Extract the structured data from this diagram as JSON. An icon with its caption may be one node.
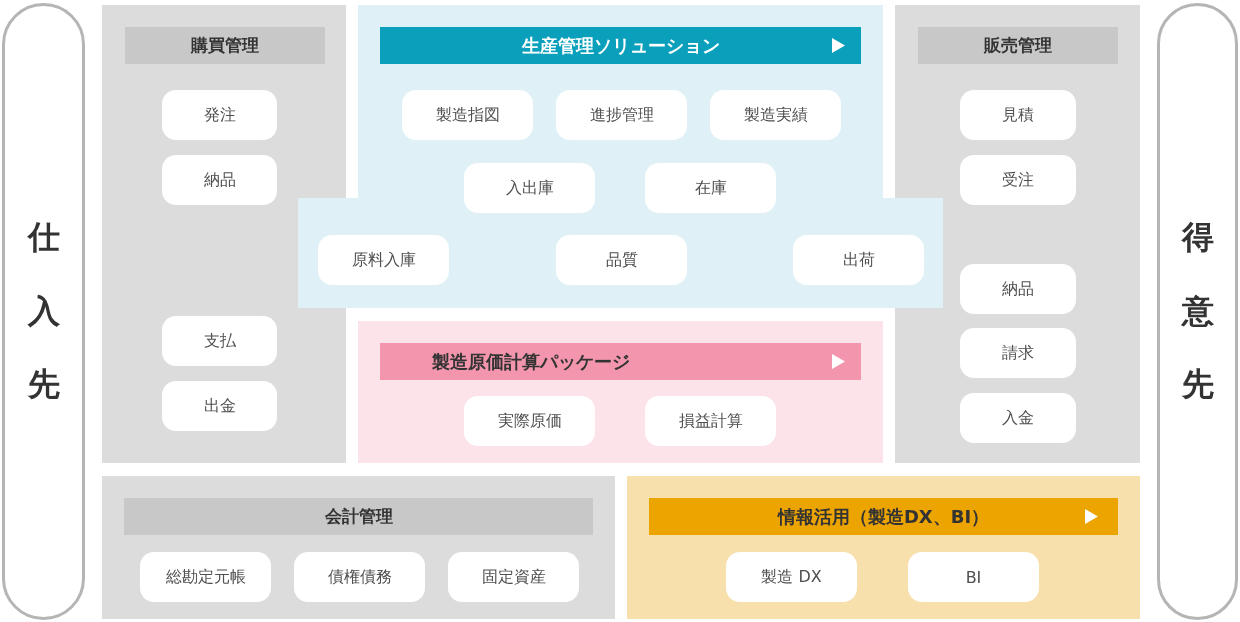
{
  "diagram": {
    "nodes": [
      {
        "text": [
          "仕入先"
        ]
      },
      {
        "text": [
          "購買管理"
        ]
      },
      {
        "text": [
          "発注"
        ],
        "in": 1
      },
      {
        "text": [
          "納品"
        ],
        "in": 1
      },
      {
        "text": [
          "支払"
        ],
        "in": 1
      },
      {
        "text": [
          "出金"
        ],
        "in": 1
      },
      {
        "text": [
          "生産管理ソリューション"
        ]
      },
      {
        "text": [
          "製造指図"
        ],
        "in": 6
      },
      {
        "text": [
          "進捗管理"
        ],
        "in": 6
      },
      {
        "text": [
          "製造実績"
        ],
        "in": 6
      },
      {
        "text": [
          "入出庫"
        ],
        "in": 6
      },
      {
        "text": [
          "在庫"
        ],
        "in": 6
      },
      {
        "text": [
          "原料入庫"
        ],
        "in": 6
      },
      {
        "text": [
          "品質"
        ],
        "in": 6
      },
      {
        "text": [
          "出荷"
        ],
        "in": 6
      },
      {
        "text": [
          "製造原価計算パッケージ"
        ]
      },
      {
        "text": [
          "実際原価"
        ],
        "in": 15
      },
      {
        "text": [
          "損益計算"
        ],
        "in": 15
      },
      {
        "text": [
          "販売管理"
        ]
      },
      {
        "text": [
          "見積"
        ],
        "in": 18
      },
      {
        "text": [
          "受注"
        ],
        "in": 18
      },
      {
        "text": [
          "納品"
        ],
        "in": 18
      },
      {
        "text": [
          "請求"
        ],
        "in": 18
      },
      {
        "text": [
          "入金"
        ],
        "in": 18
      },
      {
        "text": [
          "得意先"
        ]
      },
      {
        "text": [
          "会計管理"
        ]
      },
      {
        "text": [
          "総勘定元帳"
        ],
        "in": 25
      },
      {
        "text": [
          "債権債務"
        ],
        "in": 25
      },
      {
        "text": [
          "固定資産"
        ],
        "in": 25
      },
      {
        "text": [
          "情報活用（製造DX、BI）"
        ]
      },
      {
        "text": [
          "製造 DX"
        ],
        "in": 29
      },
      {
        "text": [
          "BI"
        ],
        "in": 29
      }
    ]
  }
}
